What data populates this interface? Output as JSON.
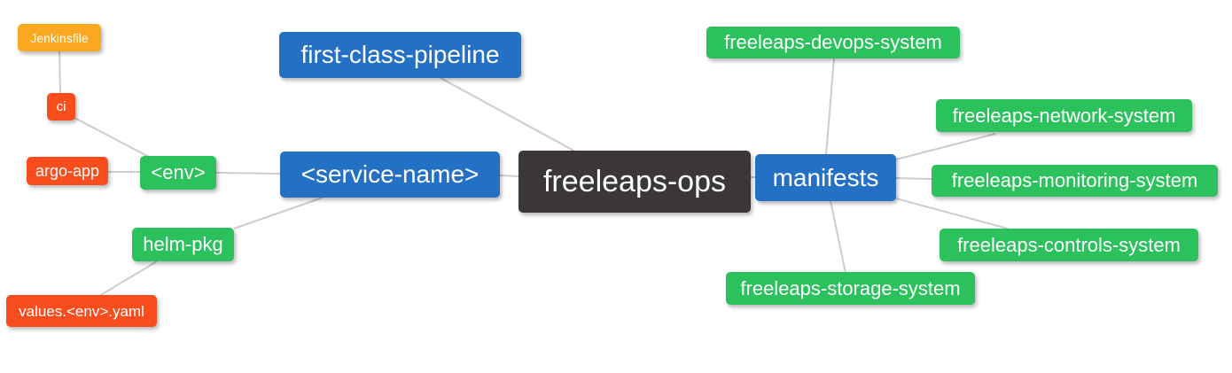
{
  "diagram": {
    "title": "freeleaps-ops mindmap",
    "palette": {
      "background": "#ffffff",
      "root": "#3b3737",
      "level2": "#2470c4",
      "level3": "#2bc15d",
      "level4": "#f94d1e",
      "level5": "#f9a81f",
      "edge": "#cccccc",
      "text": "#ffffff"
    },
    "nodes": {
      "freeleaps_ops": {
        "label": "freeleaps-ops",
        "level": 1
      },
      "first_class_pipeline": {
        "label": "first-class-pipeline",
        "level": 2
      },
      "service_name": {
        "label": "<service-name>",
        "level": 2
      },
      "manifests": {
        "label": "manifests",
        "level": 2
      },
      "env": {
        "label": "<env>",
        "level": 3
      },
      "helm_pkg": {
        "label": "helm-pkg",
        "level": 3
      },
      "argo_app": {
        "label": "argo-app",
        "level": 4
      },
      "ci": {
        "label": "ci",
        "level": 4
      },
      "jenkinsfile": {
        "label": "Jenkinsfile",
        "level": 5
      },
      "values_env_yaml": {
        "label": "values.<env>.yaml",
        "level": 4
      },
      "devops_system": {
        "label": "freeleaps-devops-system",
        "level": 3
      },
      "network_system": {
        "label": "freeleaps-network-system",
        "level": 3
      },
      "monitoring_system": {
        "label": "freeleaps-monitoring-system",
        "level": 3
      },
      "controls_system": {
        "label": "freeleaps-controls-system",
        "level": 3
      },
      "storage_system": {
        "label": "freeleaps-storage-system",
        "level": 3
      }
    },
    "edges": [
      {
        "from": "jenkinsfile",
        "to": "ci"
      },
      {
        "from": "ci",
        "to": "env"
      },
      {
        "from": "argo_app",
        "to": "env"
      },
      {
        "from": "env",
        "to": "service_name"
      },
      {
        "from": "helm_pkg",
        "to": "service_name"
      },
      {
        "from": "values_env_yaml",
        "to": "helm_pkg"
      },
      {
        "from": "first_class_pipeline",
        "to": "freeleaps_ops"
      },
      {
        "from": "service_name",
        "to": "freeleaps_ops"
      },
      {
        "from": "freeleaps_ops",
        "to": "manifests"
      },
      {
        "from": "manifests",
        "to": "devops_system"
      },
      {
        "from": "manifests",
        "to": "network_system"
      },
      {
        "from": "manifests",
        "to": "monitoring_system"
      },
      {
        "from": "manifests",
        "to": "controls_system"
      },
      {
        "from": "manifests",
        "to": "storage_system"
      }
    ]
  }
}
